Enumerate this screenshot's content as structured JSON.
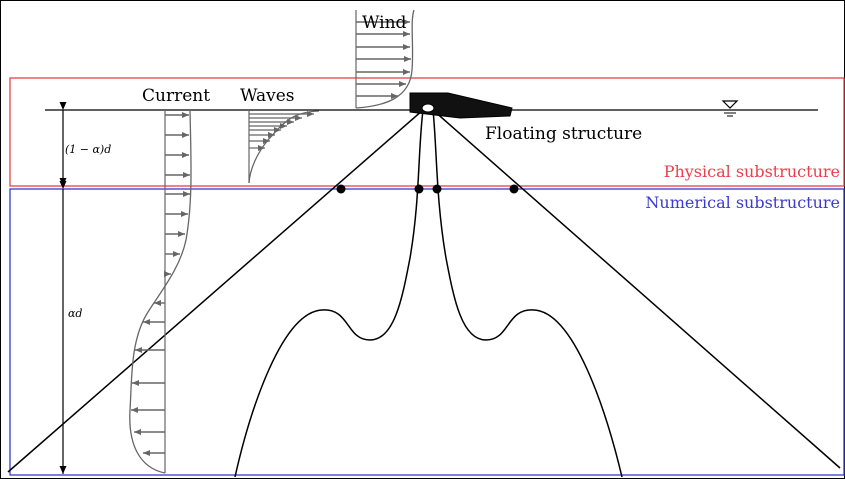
{
  "labels": {
    "wind": "Wind",
    "current": "Current",
    "waves": "Waves",
    "floating_structure": "Floating structure",
    "physical_substructure": "Physical substructure",
    "numerical_substructure": "Numerical substructure",
    "top_depth": "(1 − α)d",
    "bottom_depth": "αd"
  },
  "colors": {
    "physical": "#e8404a",
    "numerical": "#3a3ad0",
    "profile": "#666666"
  }
}
